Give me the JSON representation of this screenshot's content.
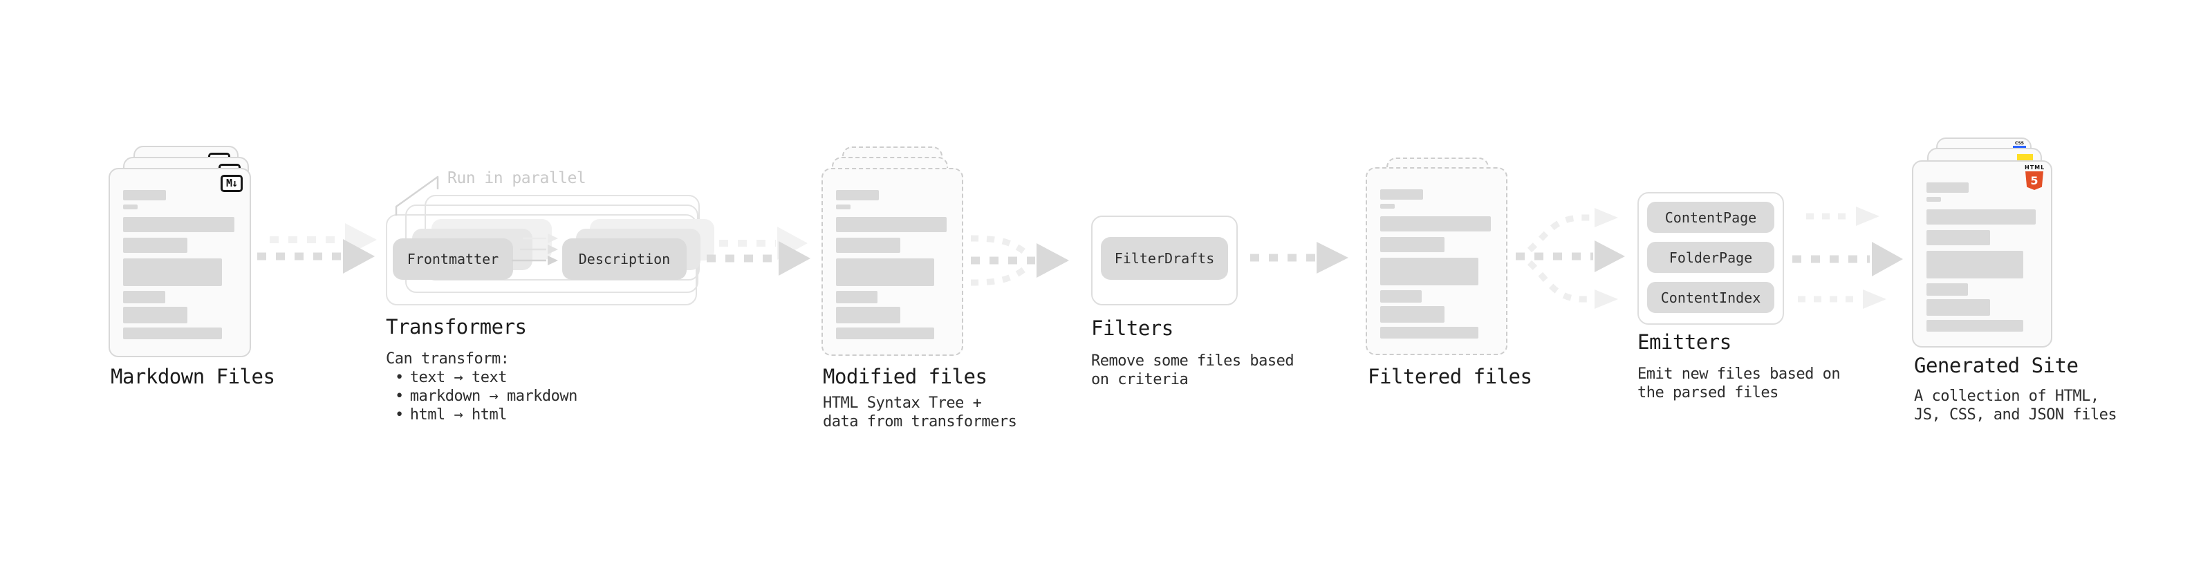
{
  "diagram": {
    "markdown": {
      "title": "Markdown Files",
      "badge": "M↓"
    },
    "transformers": {
      "title": "Transformers",
      "annotation": "Run in parallel",
      "pill_a": "Frontmatter",
      "pill_b": "Description",
      "desc_heading": "Can transform:",
      "bullet_char": "•",
      "bullets": [
        "text → text",
        "markdown → markdown",
        "html → html"
      ]
    },
    "modified": {
      "title": "Modified files",
      "subtitle": [
        "HTML Syntax Tree +",
        "data from transformers"
      ]
    },
    "filters": {
      "title": "Filters",
      "pill": "FilterDrafts",
      "subtitle": [
        "Remove some files based",
        "on criteria"
      ]
    },
    "filtered": {
      "title": "Filtered files"
    },
    "emitters": {
      "title": "Emitters",
      "pills": [
        "ContentPage",
        "FolderPage",
        "ContentIndex"
      ],
      "subtitle": [
        "Emit new files based on",
        "the parsed files"
      ]
    },
    "generated": {
      "title": "Generated Site",
      "subtitle": [
        "A collection of HTML,",
        "JS, CSS, and JSON files"
      ],
      "badges": {
        "css_label": "CSS",
        "html_label": "HTML",
        "html_number": "5"
      }
    }
  },
  "colors": {
    "background": "#ffffff",
    "card_fill": "#fafafa",
    "card_border": "#d8d8d8",
    "dashed_border": "#cdcdcd",
    "bar_fill": "#d9d9d9",
    "pill_fill": "#dbdbdb",
    "arrow_dark": "#d9d9d9",
    "arrow_light": "#f0f0f0",
    "text_dark": "#1c1c1c",
    "text_muted": "#c9c9c9",
    "html5_orange": "#E34F26",
    "js_yellow": "#FFDE25",
    "css_blue": "#2962FF"
  },
  "decor": {
    "doc_bars": [
      [
        38,
        15,
        0
      ],
      [
        13,
        7,
        6
      ],
      [
        98,
        22,
        11
      ],
      [
        57,
        22,
        8
      ],
      [
        87,
        40,
        8
      ],
      [
        37,
        18,
        7
      ],
      [
        57,
        24,
        5
      ],
      [
        87,
        17,
        6
      ]
    ]
  }
}
